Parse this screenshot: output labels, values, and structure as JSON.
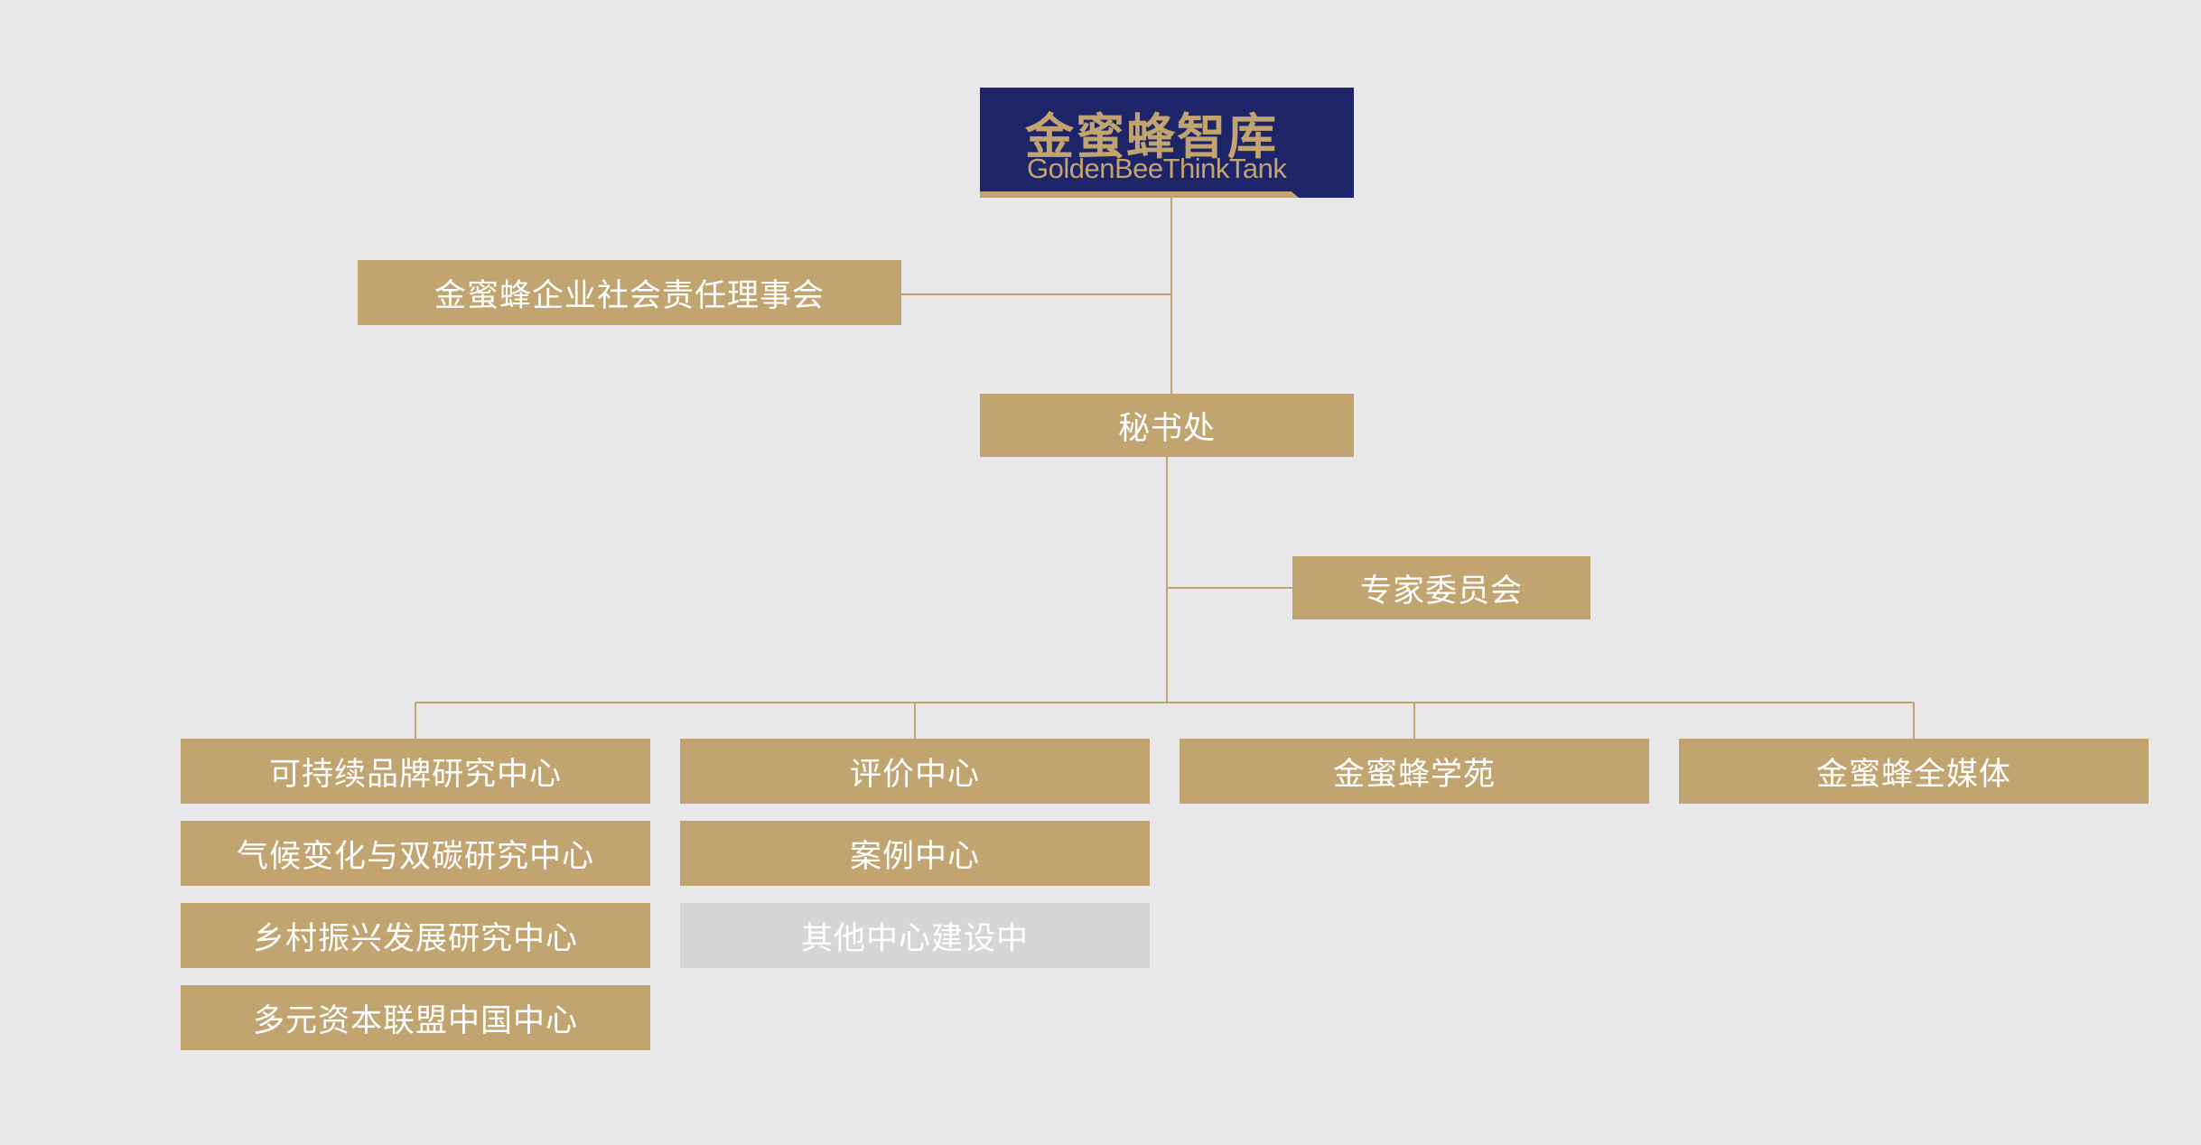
{
  "logo": {
    "name_cn": "金蜜蜂智库",
    "name_en": "GoldenBeeThinkTank"
  },
  "council": "金蜜蜂企业社会责任理事会",
  "secretariat": "秘书处",
  "expert_committee": "专家委员会",
  "departments": [
    {
      "name": "可持续品牌研究中心",
      "children": [
        "气候变化与双碳研究中心",
        "乡村振兴发展研究中心",
        "多元资本联盟中国中心"
      ]
    },
    {
      "name": "评价中心",
      "children": [
        "案例中心"
      ],
      "pending": "其他中心建设中"
    },
    {
      "name": "金蜜蜂学苑",
      "children": []
    },
    {
      "name": "金蜜蜂全媒体",
      "children": []
    }
  ],
  "colors": {
    "background": "#e8e8ea",
    "gold": "#c1a46f",
    "navy": "#1d2467",
    "pending_gray": "#d6d6d6",
    "line": "#c1a46f"
  }
}
